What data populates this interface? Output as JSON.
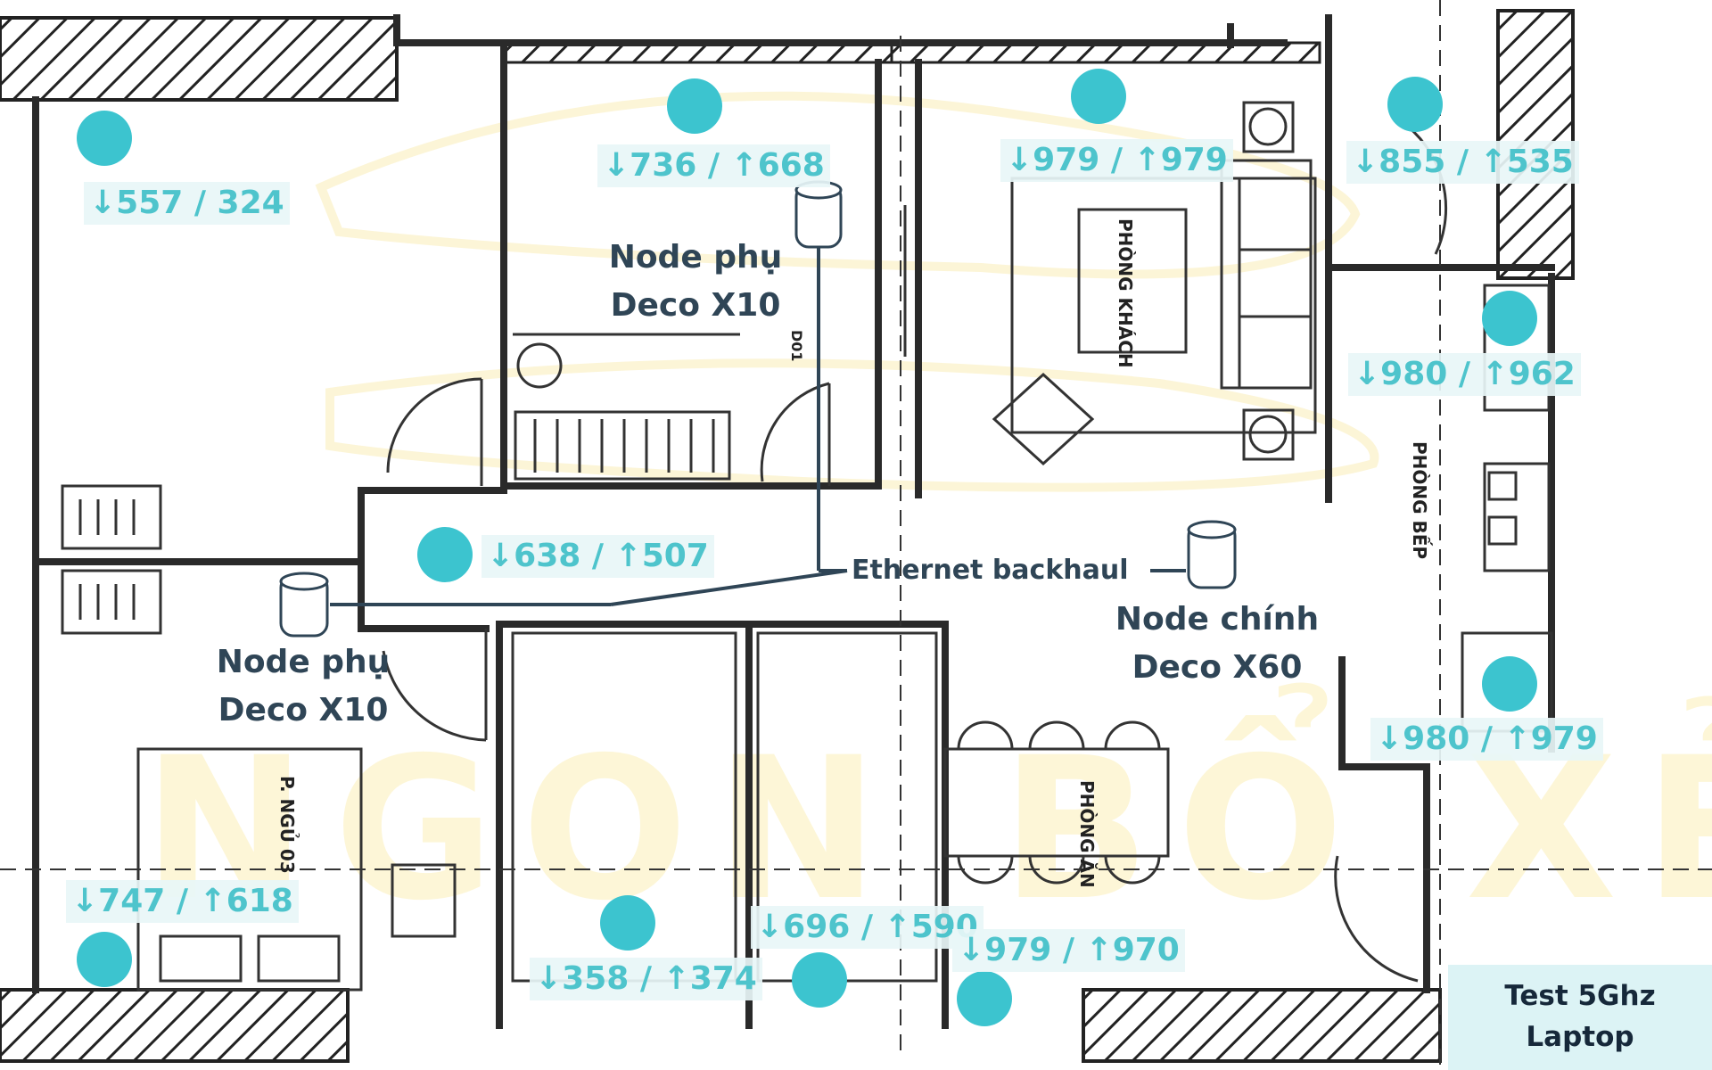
{
  "watermark": "NGON BỔ XẺ",
  "rooms": {
    "living": "PHÒNG KHÁCH",
    "kitchen": "PHÒNG BẾP",
    "dining": "PHÒNG ĂN",
    "bedroom3": "P. NGỦ 03",
    "door_tag": "D01"
  },
  "nodes": {
    "main": {
      "line1": "Node chính",
      "line2": "Deco X60"
    },
    "sub_top": {
      "line1": "Node phụ",
      "line2": "Deco X10"
    },
    "sub_left": {
      "line1": "Node phụ",
      "line2": "Deco X10"
    }
  },
  "ethernet_label": "Ethernet backhaul",
  "legend": {
    "line1": "Test 5Ghz",
    "line2": "Laptop"
  },
  "speeds": [
    {
      "text": "↓557 / 324"
    },
    {
      "text": "↓736 / ↑668"
    },
    {
      "text": "↓979 / ↑979"
    },
    {
      "text": "↓855 / ↑535"
    },
    {
      "text": "↓980 / ↑962"
    },
    {
      "text": "↓638 / ↑507"
    },
    {
      "text": "↓980 / ↑979"
    },
    {
      "text": "↓747 / ↑618"
    },
    {
      "text": "↓696 / ↑590"
    },
    {
      "text": "↓979 / ↑970"
    },
    {
      "text": "↓358 / ↑374"
    }
  ],
  "colors": {
    "measurement_dot": "#3cc4cf",
    "speed_text": "#4ec4cc",
    "node_text": "#2f4556",
    "wall": "#2a2a2a",
    "legend_bg": "#dcf3f5"
  }
}
